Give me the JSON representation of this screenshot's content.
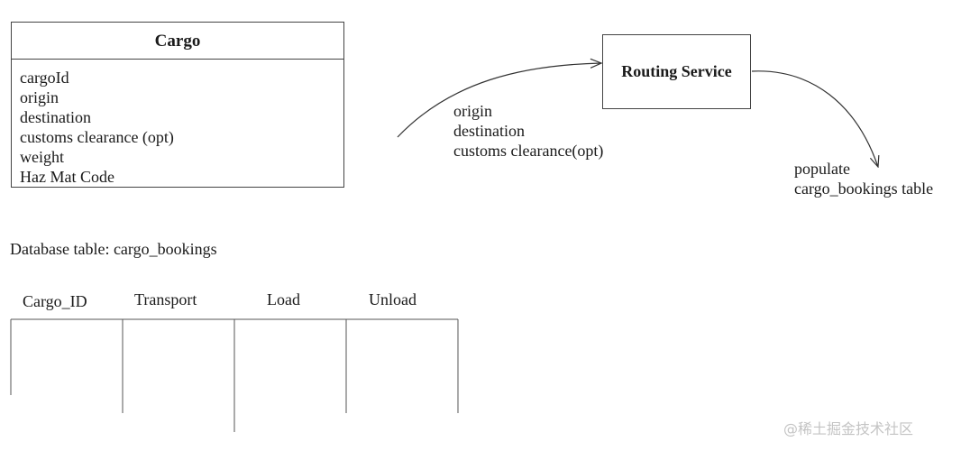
{
  "cargo_class": {
    "title": "Cargo",
    "attributes": [
      "cargoId",
      "origin",
      "destination",
      "customs clearance (opt)",
      "weight",
      "Haz Mat Code"
    ]
  },
  "routing_service": {
    "title": "Routing Service"
  },
  "request_params": [
    "origin",
    "destination",
    "customs clearance(opt)"
  ],
  "result_note": [
    "populate",
    "cargo_bookings table"
  ],
  "db_table": {
    "label": "Database table: cargo_bookings",
    "columns": [
      "Cargo_ID",
      "Transport",
      "Load",
      "Unload"
    ]
  },
  "watermark": "@稀土掘金技术社区"
}
